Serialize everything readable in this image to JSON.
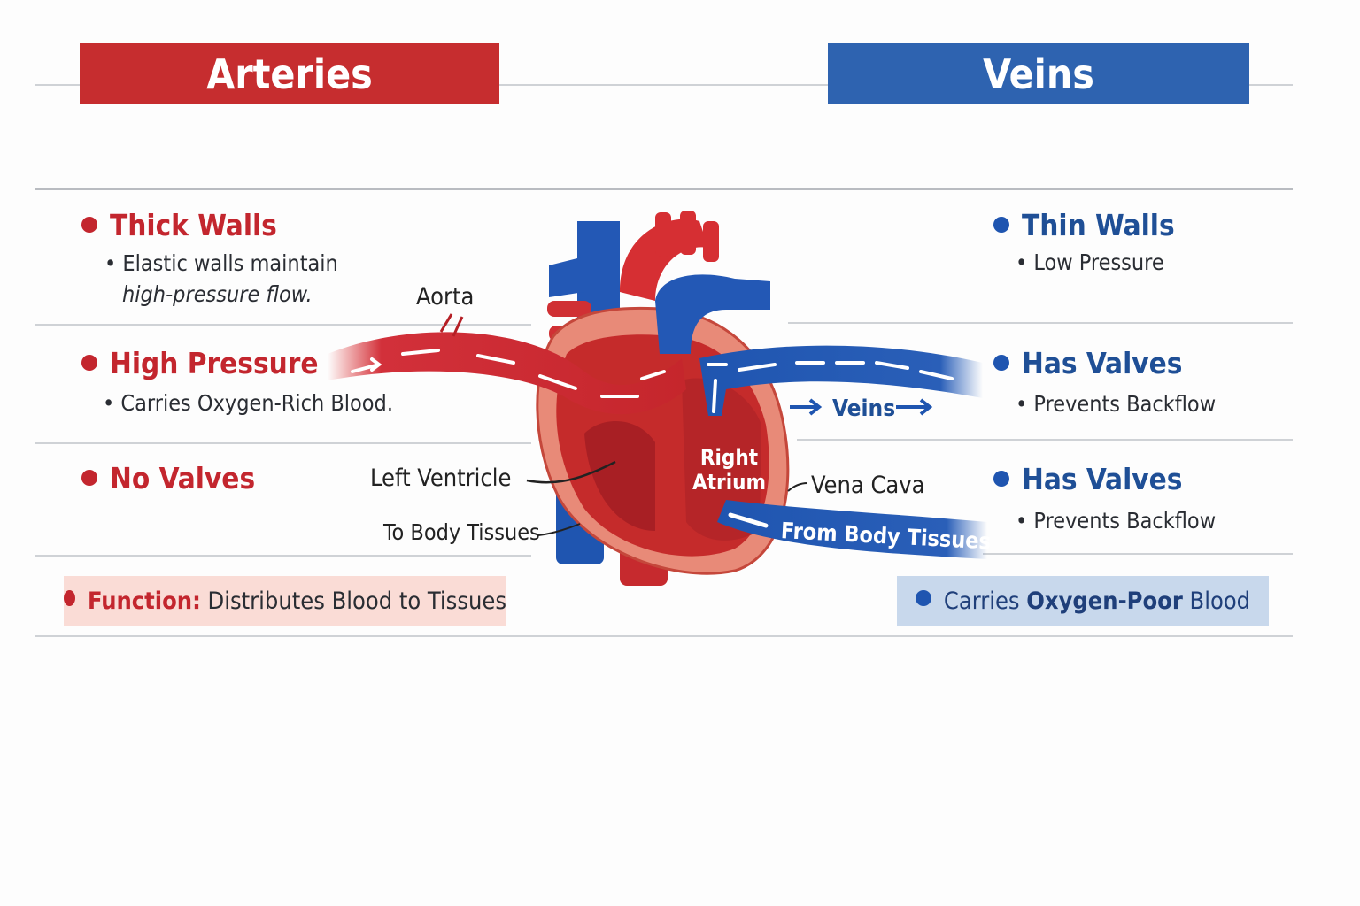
{
  "arteries": {
    "title": "Arteries",
    "color": "#c62d2f",
    "points": [
      {
        "heading": "Thick Walls",
        "details": [
          "Elastic walls maintain",
          "high-pressure flow."
        ]
      },
      {
        "heading": "High Pressure",
        "details": [
          "Carries Oxygen-Rich Blood."
        ]
      },
      {
        "heading": "No Valves",
        "details": []
      }
    ],
    "summary": {
      "label": "Function:",
      "text": " Distributes Blood to Tissues"
    }
  },
  "veins": {
    "title": "Veins",
    "color": "#2e63b0",
    "points": [
      {
        "heading": "Thin Walls",
        "details": [
          "Low Pressure"
        ]
      },
      {
        "heading": "Has Valves",
        "details": [
          "Prevents Backflow"
        ]
      },
      {
        "heading": "Has Valves",
        "details": [
          "Prevents Backflow"
        ]
      }
    ],
    "summary": {
      "pre": "Carries ",
      "bold": "Oxygen-Poor",
      "post": " Blood"
    }
  },
  "heart_labels": {
    "aorta": "Aorta",
    "left_ventricle": "Left Ventricle",
    "to_body_tissues": "To Body Tissues",
    "right_atrium_1": "Right",
    "right_atrium_2": "Atrium",
    "vena_cava": "Vena Cava",
    "veins": "Veins",
    "from_body_tissues": "From Body Tissues"
  }
}
